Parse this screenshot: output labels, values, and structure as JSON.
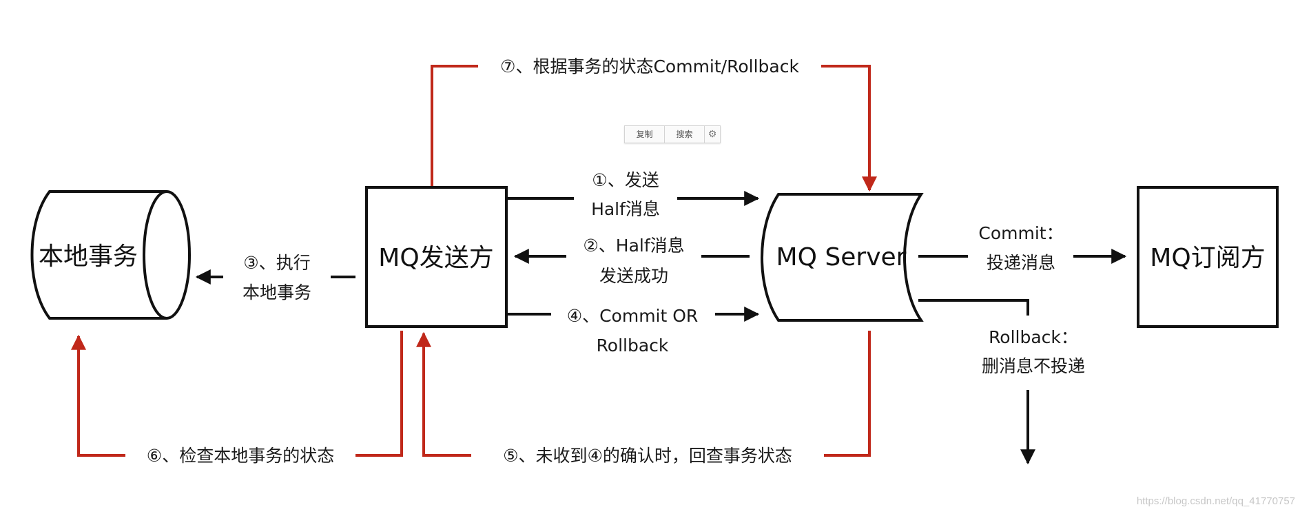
{
  "nodes": {
    "local_tx": "本地事务",
    "producer": "MQ发送方",
    "server": "MQ Server",
    "subscriber": "MQ订阅方"
  },
  "steps": {
    "s1_a": "①、发送",
    "s1_b": "Half消息",
    "s2_a": "②、Half消息",
    "s2_b": "发送成功",
    "s3_a": "③、执行",
    "s3_b": "本地事务",
    "s4_a": "④、Commit OR",
    "s4_b": "Rollback",
    "s5": "⑤、未收到④的确认时，回查事务状态",
    "s6": "⑥、检查本地事务的状态",
    "s7": "⑦、根据事务的状态Commit/Rollback"
  },
  "outcomes": {
    "commit_a": "Commit：",
    "commit_b": "投递消息",
    "rollback_a": "Rollback：",
    "rollback_b": "删消息不投递"
  },
  "toolbar": {
    "copy": "复制",
    "search": "搜索",
    "settings_icon": "gear-icon"
  },
  "watermark": "https://blog.csdn.net/qq_41770757",
  "colors": {
    "black": "#111111",
    "red": "#c0281a"
  }
}
